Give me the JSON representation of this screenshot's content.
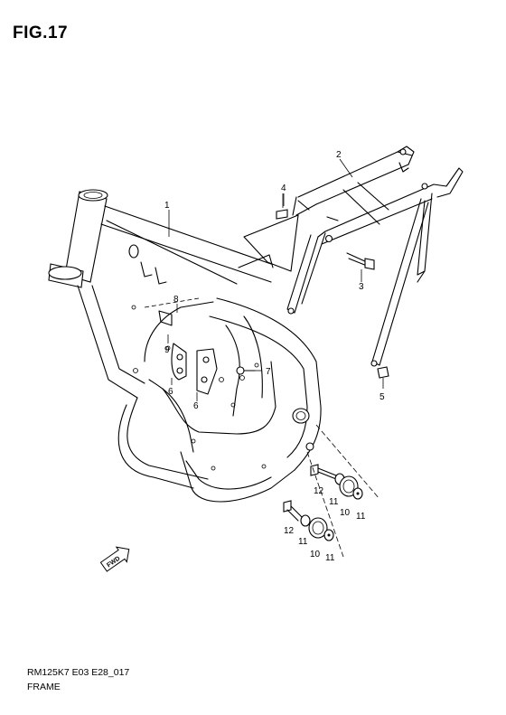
{
  "figure": {
    "title": "FIG.17",
    "code": "RM125K7 E03 E28_017",
    "name": "FRAME"
  },
  "callouts": {
    "c1": "1",
    "c2": "2",
    "c3": "3",
    "c4": "4",
    "c5": "5",
    "c6a": "6",
    "c6b": "6",
    "c7": "7",
    "c8": "8",
    "c9": "9",
    "c10a": "10",
    "c10b": "10",
    "c11a": "11",
    "c11b": "11",
    "c11c": "11",
    "c11d": "11",
    "c12a": "12",
    "c12b": "12"
  },
  "fwd_label": "FWD"
}
